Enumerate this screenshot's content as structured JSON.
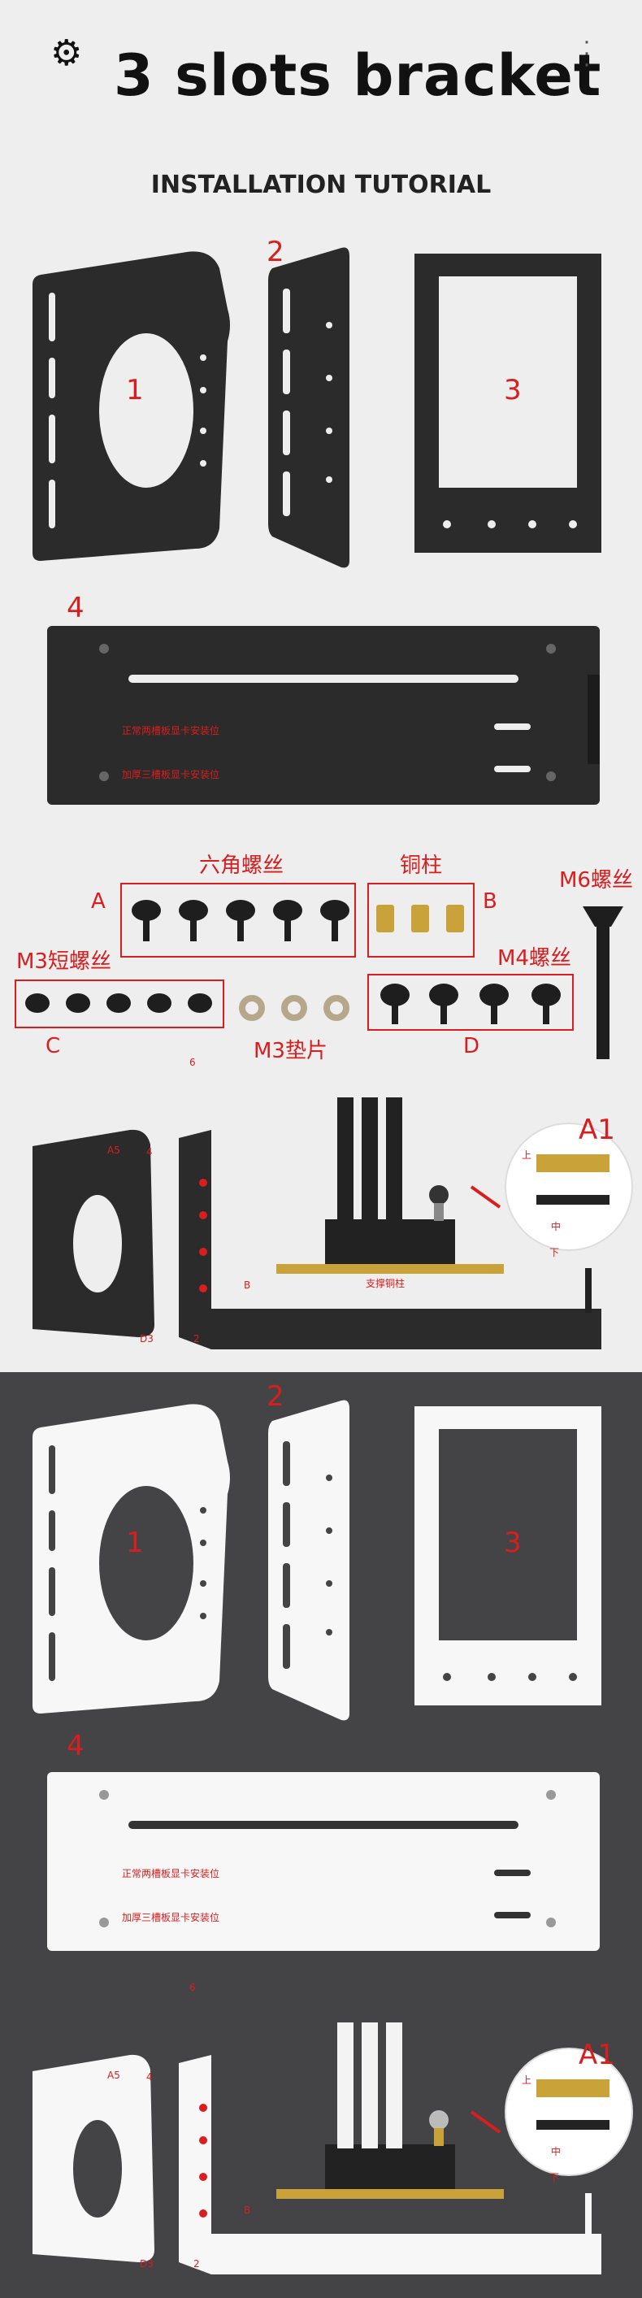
{
  "header": {
    "title": "3 slots bracket",
    "subtitle": "INSTALLATION TUTORIAL"
  },
  "parts": {
    "p1": "1",
    "p2": "2",
    "p3": "3",
    "p4": "4",
    "plate_text_1": "正常两槽板显卡安装位",
    "plate_text_2": "加厚三槽板显卡安装位"
  },
  "hardware": {
    "a_letter": "A",
    "a_name": "六角螺丝",
    "b_letter": "B",
    "b_name": "铜柱",
    "c_letter": "C",
    "c_name": "M3短螺丝",
    "d_letter": "D",
    "d_name": "M4螺丝",
    "m6_name": "M6螺丝",
    "washer_name": "M3垫片"
  },
  "assembly": {
    "label_6": "6",
    "label_a5": "A5",
    "label_4": "4",
    "label_d3": "D3",
    "label_2": "2",
    "label_b": "B",
    "label_support": "支撑铜柱",
    "label_a1": "A1",
    "zoom_up": "上",
    "zoom_mid": "中",
    "zoom_down": "下"
  },
  "colors": {
    "accent": "#d81e1e",
    "black_part": "#2a2a2a",
    "white_part": "#f7f7f7",
    "dark_bg": "#444446"
  },
  "icons": [
    "gear-icon",
    "more-vertical-icon"
  ]
}
